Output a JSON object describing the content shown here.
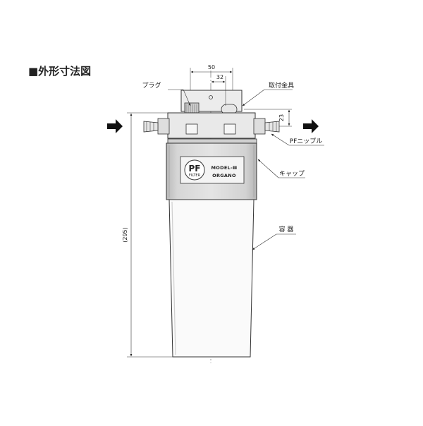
{
  "title": "■外形寸法図",
  "labels": {
    "plug": "プラグ",
    "bracket": "取付金具",
    "nipple": "PFニップル",
    "cap": "キャップ",
    "container": "容 器"
  },
  "dimensions": {
    "top_width": "50",
    "inner_width": "32",
    "nipple_height": "23",
    "overall_height": "(295)"
  },
  "nameplate": {
    "brand": "PF",
    "brand_sub": "FILTER",
    "model": "MODEL-Ⅲ",
    "maker": "ORGANO"
  },
  "flow_arrows": [
    "in-arrow",
    "out-arrow"
  ]
}
